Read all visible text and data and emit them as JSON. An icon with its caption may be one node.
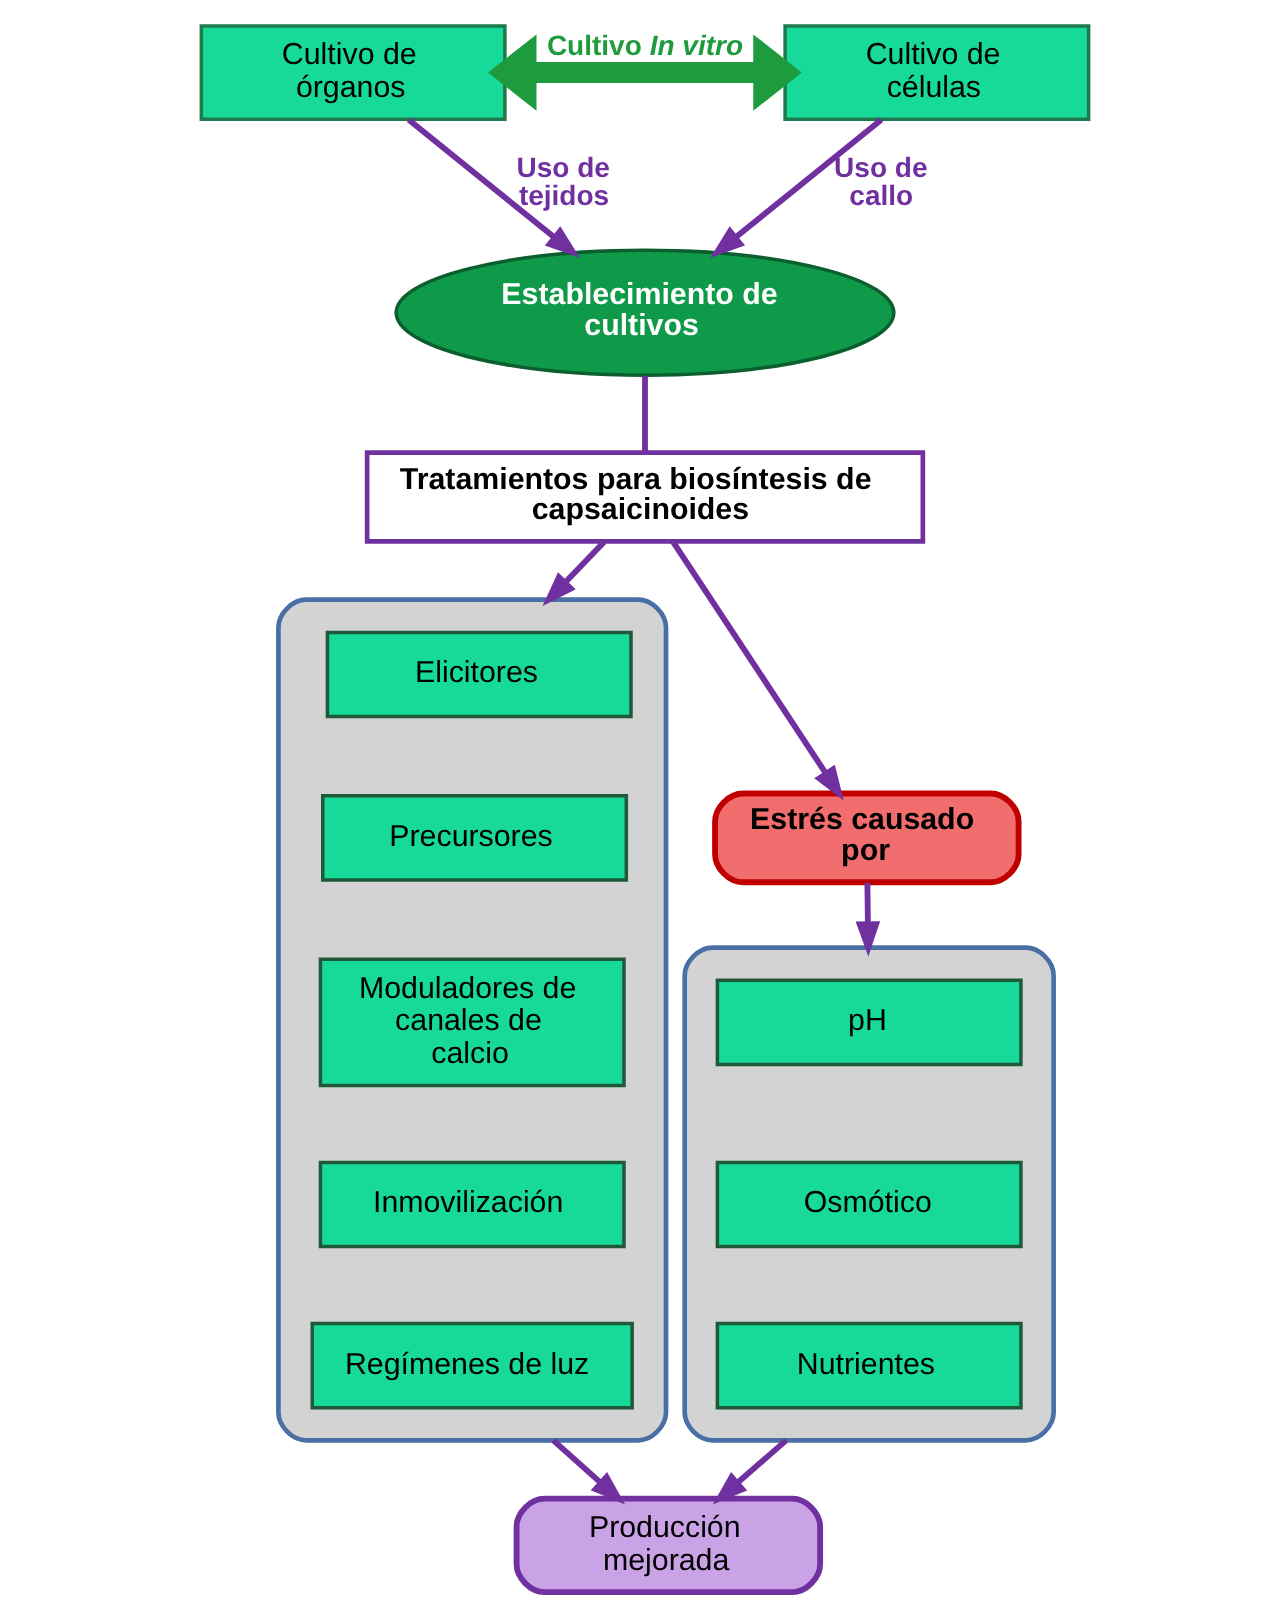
{
  "diagram": {
    "nodes": [
      {
        "text": [
          "Cultivo de órganos"
        ]
      },
      {
        "text": [
          "Cultivo de células"
        ]
      },
      {
        "text": [
          "Establecimiento de cultivos"
        ]
      },
      {
        "text": [
          "Tratamientos para biosíntesis de capsaicinoides"
        ]
      },
      {
        "text": [],
        "shape": "box"
      },
      {
        "text": [
          "Elicitores"
        ],
        "in": 4
      },
      {
        "text": [
          "Precursores"
        ],
        "in": 4
      },
      {
        "text": [
          "Moduladores de canales de calcio"
        ],
        "in": 4
      },
      {
        "text": [
          "Inmovilización"
        ],
        "in": 4
      },
      {
        "text": [
          "Regímenes de luz"
        ],
        "in": 4
      },
      {
        "text": [
          "Estrés causado por"
        ]
      },
      {
        "text": [],
        "shape": "box"
      },
      {
        "text": [
          "pH"
        ],
        "in": 11
      },
      {
        "text": [
          "Osmótico"
        ],
        "in": 11
      },
      {
        "text": [
          "Nutrientes"
        ],
        "in": 11
      },
      {
        "text": [
          "Producción mejorada"
        ]
      }
    ],
    "edges": [
      {
        "from": 0,
        "to": 1,
        "arrow": "both",
        "label": "Cultivo *In vitro*",
        "style": "thick",
        "color": "#1e9b3c"
      },
      {
        "from": 0,
        "to": 2,
        "arrow": "to",
        "label": "Uso de tejidos"
      },
      {
        "from": 1,
        "to": 2,
        "arrow": "to",
        "label": "Uso de callo"
      },
      {
        "from": 2,
        "to": 3,
        "arrow": "none"
      },
      {
        "from": 3,
        "to": 4,
        "arrow": "to"
      },
      {
        "from": 3,
        "to": 10,
        "arrow": "to"
      },
      {
        "from": 10,
        "to": 11,
        "arrow": "to"
      },
      {
        "from": 4,
        "to": 15,
        "arrow": "to"
      },
      {
        "from": 11,
        "to": 15,
        "arrow": "to"
      }
    ]
  }
}
